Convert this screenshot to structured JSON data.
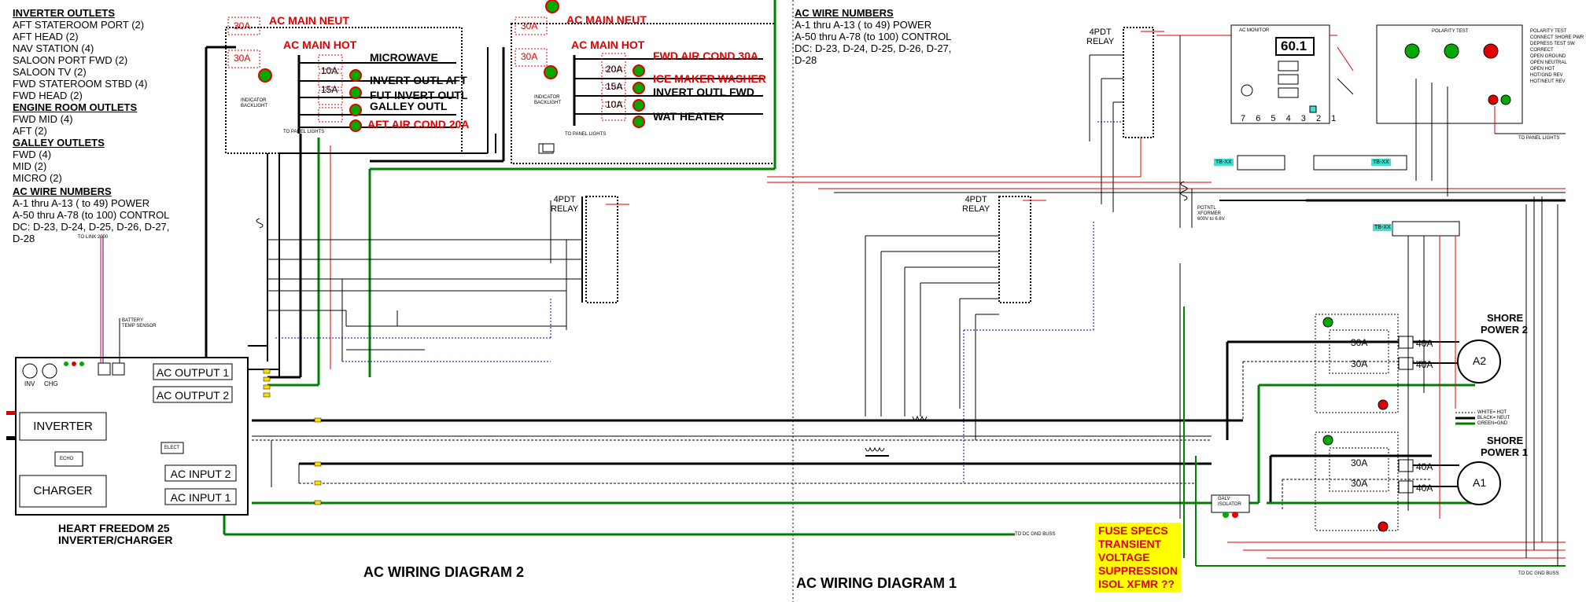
{
  "left_legend": {
    "inverter_outlets_header": "INVERTER OUTLETS",
    "inverter_outlets": [
      "AFT STATEROOM PORT (2)",
      "AFT HEAD (2)",
      "NAV STATION (4)",
      "SALOON PORT FWD (2)",
      "SALOON TV (2)",
      "FWD STATEROOM STBD (4)",
      "FWD HEAD (2)"
    ],
    "engine_room_header": "ENGINE ROOM OUTLETS",
    "engine_room_outlets": [
      "FWD MID (4)",
      "AFT (2)"
    ],
    "galley_header": "GALLEY OUTLETS",
    "galley_outlets": [
      "FWD (4)",
      "MID (2)",
      "MICRO (2)"
    ],
    "wire_numbers_header": "AC WIRE NUMBERS",
    "wire_numbers": [
      "A-1 thru A-13 ( to 49) POWER",
      "A-50 thru A-78 (to 100) CONTROL",
      "DC: D-23, D-24, D-25, D-26, D-27,",
      "D-28"
    ]
  },
  "right_legend": {
    "wire_numbers_header": "AC WIRE NUMBERS",
    "wire_numbers": [
      "A-1 thru A-13 ( to 49) POWER",
      "A-50 thru A-78 (to 100) CONTROL",
      "DC: D-23, D-24, D-25, D-26, D-27,",
      "D-28"
    ]
  },
  "panel2": {
    "main_neut": "AC MAIN NEUT",
    "main_hot": "AC MAIN HOT",
    "breaker_main": "30A",
    "loads": [
      {
        "label": "MICROWAVE",
        "rating": "",
        "color": "#000000"
      },
      {
        "label": "INVERT OUTL AFT",
        "rating": "10A",
        "color": "#000000"
      },
      {
        "label": "FUT INVERT OUTL",
        "rating": "15A",
        "color": "#000000"
      },
      {
        "label": "GALLEY OUTL",
        "rating": "",
        "color": "#000000"
      },
      {
        "label": "AFT AIR COND 20A",
        "rating": "",
        "color": "#e00000"
      }
    ],
    "indicator": "INDICATOR\nBACKLIGHT",
    "panel_lights": "TO PANEL LIGHTS"
  },
  "panel1": {
    "main_neut": "AC MAIN NEUT",
    "main_hot": "AC MAIN HOT",
    "breaker_main": "30A",
    "loads": [
      {
        "label": "FWD AIR COND 30A",
        "rating": "",
        "color": "#e00000"
      },
      {
        "label": "ICE MAKER WASHER",
        "rating": "20A",
        "color": "#e00000"
      },
      {
        "label": "INVERT OUTL FWD",
        "rating": "15A",
        "color": "#000000"
      },
      {
        "label": "WAT HEATER",
        "rating": "10A",
        "color": "#000000"
      }
    ],
    "indicator": "INDICATOR\nBACKLIGHT",
    "panel_lights": "TO PANEL LIGHTS"
  },
  "relays": {
    "left": "4PDT\nRELAY",
    "middle": "4PDT\nRELAY",
    "top_right": "4PDT\nRELAY"
  },
  "inverter": {
    "name_line1": "HEART FREEDOM 25",
    "name_line2": "INVERTER/CHARGER",
    "inverter_label": "INVERTER",
    "charger_label": "CHARGER",
    "ac_output_1": "AC OUTPUT 1",
    "ac_output_2": "AC OUTPUT 2",
    "ac_input_1": "AC INPUT 1",
    "ac_input_2": "AC INPUT 2",
    "inv": "INV",
    "chg": "CHG",
    "echo": "ECHO",
    "elect": "ELECT",
    "to_link": "TO LINK 2000",
    "battery_temp": "BATTERY\nTEMP SENSOR"
  },
  "ac_monitor": {
    "title": "AC MONITOR",
    "reading": "60.1",
    "terminals": [
      "7",
      "6",
      "5",
      "4",
      "3",
      "2",
      "1"
    ]
  },
  "polarity_test": {
    "title": "POLARITY TEST",
    "legend": [
      "POLARITY TEST",
      "CONNECT SHORE PWR",
      "DEPRESS TEST SW",
      "CORRECT",
      "OPEN GROUND",
      "OPEN NEUTRAL",
      "OPEN HOT",
      "HOT/GND REV",
      "HOT/NEUT REV"
    ]
  },
  "shore_power": {
    "sp2_line1": "SHORE",
    "sp2_line2": "POWER 2",
    "sp1_line1": "SHORE",
    "sp1_line2": "POWER 1",
    "meter2": "A2",
    "meter1": "A1",
    "breaker_30a": "30A",
    "breaker_40a": "40A"
  },
  "wire_legend": [
    "WHITE= HOT",
    "BLACK= NEUT",
    "GREEN=GND"
  ],
  "galv_isolator": "GALV\nISOLATOR",
  "potential_xformer": "POTNTL\nXFORMER\n600V to 6.6V",
  "tb_labels": [
    "TB-XX",
    "TB-XX",
    "TB-XX"
  ],
  "to_dc_gnd": "TO DC GND BUSS",
  "to_panel_lights_right": "TO PANEL LIGHTS",
  "fuse_note": [
    "FUSE SPECS",
    "TRANSIENT",
    "VOLTAGE",
    "SUPPRESSION",
    "ISOL XFMR ??"
  ],
  "diagram_titles": {
    "left": "AC WIRING DIAGRAM 2",
    "right": "AC WIRING DIAGRAM 1"
  },
  "colors": {
    "hot": "#000000",
    "red": "#e00000",
    "green": "#008000",
    "blue": "#0000cc",
    "note_bg": "#ffff00",
    "tb": "#40e0d0"
  }
}
